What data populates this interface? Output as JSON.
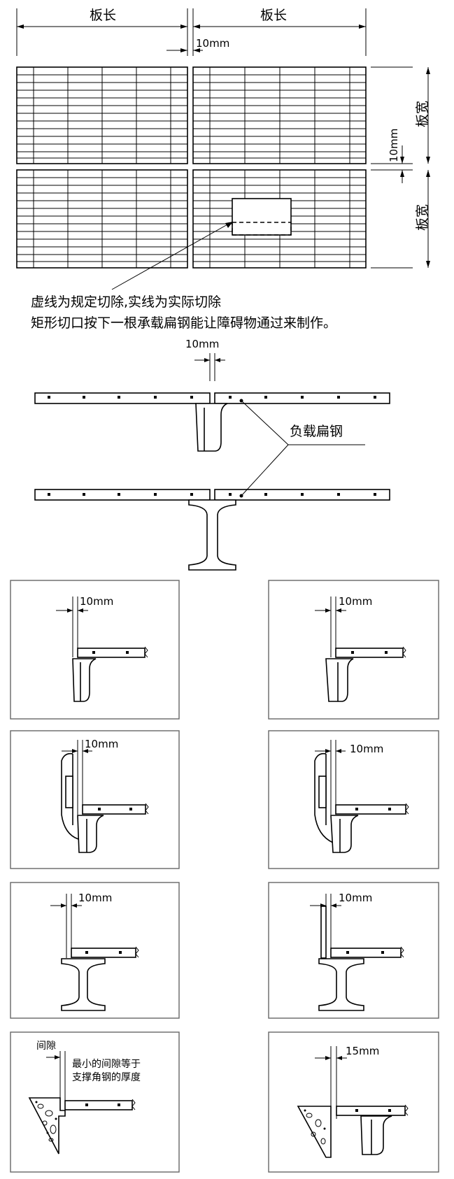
{
  "top_plan": {
    "length_label_left": "板长",
    "length_label_right": "板长",
    "gap_label_top": "10mm",
    "width_label_top": "板宽",
    "width_label_bottom": "板宽",
    "gap_label_side": "10mm"
  },
  "note": {
    "line1": "虚线为规定切除,实线为实际切除",
    "line2": "矩形切口按下一根承载扁钢能让障碍物通过来制作。"
  },
  "support_section": {
    "gap_label": "10mm",
    "callout": "负载扁钢"
  },
  "detail_panels": [
    {
      "gap_label": "10mm"
    },
    {
      "gap_label": "10mm"
    },
    {
      "gap_label": "10mm"
    },
    {
      "gap_label": "10mm"
    },
    {
      "gap_label": "10mm"
    },
    {
      "gap_label": "10mm"
    },
    {
      "gap_label": "间隙",
      "note_line1": "最小的间隙等于",
      "note_line2": "支撑角钢的厚度"
    },
    {
      "gap_label": "15mm"
    }
  ]
}
